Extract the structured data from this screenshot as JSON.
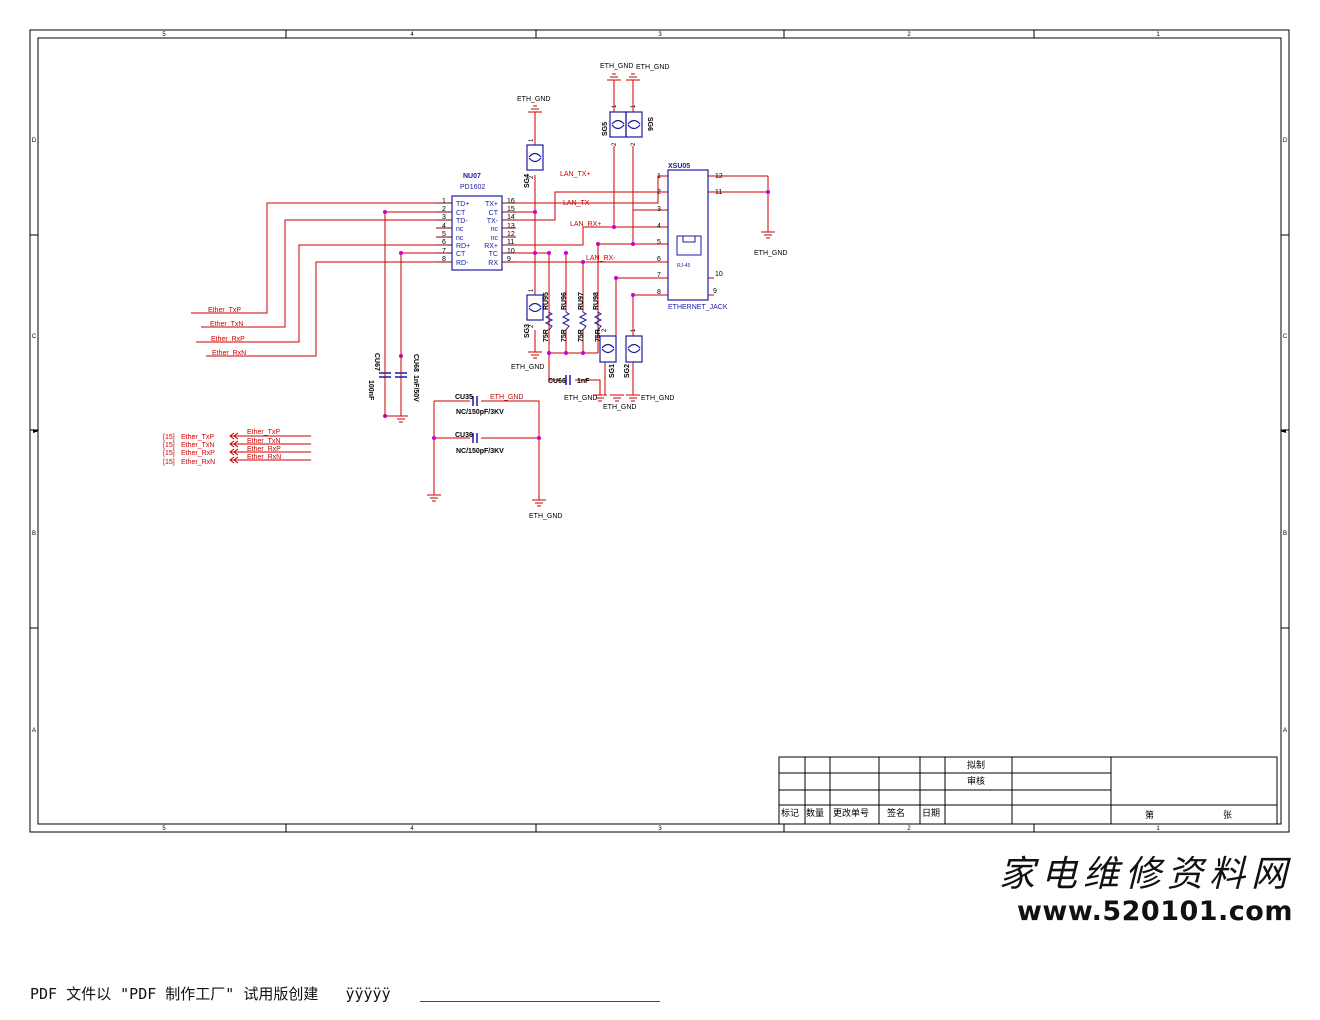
{
  "colors": {
    "frame": "#000000",
    "wire": "#cc0000",
    "part": "#1a1aa6",
    "pin": "#8b0000",
    "junction": "#cc00cc",
    "net": "#cc0000"
  },
  "frame": {
    "col_labels": [
      "5",
      "4",
      "3",
      "2",
      "1"
    ],
    "row_labels": [
      "D",
      "C",
      "B",
      "A"
    ]
  },
  "transformer": {
    "ref": "NU07",
    "part": "PD1602",
    "left_pins": [
      {
        "num": "1",
        "name": "TD+"
      },
      {
        "num": "2",
        "name": "CT"
      },
      {
        "num": "3",
        "name": "TD-"
      },
      {
        "num": "4",
        "name": "nc"
      },
      {
        "num": "5",
        "name": "nc"
      },
      {
        "num": "6",
        "name": "RD+"
      },
      {
        "num": "7",
        "name": "CT"
      },
      {
        "num": "8",
        "name": "RD-"
      }
    ],
    "right_pins": [
      {
        "num": "16",
        "name": "TX+"
      },
      {
        "num": "15",
        "name": "CT"
      },
      {
        "num": "14",
        "name": "TX-"
      },
      {
        "num": "13",
        "name": "nc"
      },
      {
        "num": "12",
        "name": "nc"
      },
      {
        "num": "11",
        "name": "RX+"
      },
      {
        "num": "10",
        "name": "TC"
      },
      {
        "num": "9",
        "name": "RX"
      }
    ]
  },
  "jack": {
    "ref": "XSU05",
    "part": "ETHERNET_JACK",
    "inner_label": "RJ-45",
    "left_pins": [
      "1",
      "2",
      "3",
      "4",
      "5",
      "6",
      "7",
      "8"
    ],
    "right_pins": [
      "12",
      "11",
      "10",
      "9"
    ]
  },
  "nets": {
    "lan_tx_p": "LAN_TX+",
    "lan_tx_n": "LAN_TX-",
    "lan_rx_p": "LAN_RX+",
    "lan_rx_n": "LAN_RX-",
    "ether_txp": "Ether_TxP",
    "ether_txn": "Ether_TxN",
    "ether_rxp": "Ether_RxP",
    "ether_rxn": "Ether_RxN",
    "eth_gnd": "ETH_GND"
  },
  "surge": {
    "sg3": "SG3",
    "sg4": "SG4",
    "sg5": "SG5",
    "sg6": "SG6",
    "sg1": "SG1",
    "sg2": "SG2",
    "pin1": "1",
    "pin2": "2"
  },
  "resistors": [
    {
      "ref": "RU95",
      "value": "75R"
    },
    {
      "ref": "RU96",
      "value": "75R"
    },
    {
      "ref": "RU97",
      "value": "75R"
    },
    {
      "ref": "RU98",
      "value": "75R"
    }
  ],
  "caps": {
    "cu66": {
      "ref": "CU66",
      "value": "1nF"
    },
    "cu67": {
      "ref": "CU67",
      "value": "100nF"
    },
    "cu68": {
      "ref": "CU68",
      "value": "1nF/50V"
    },
    "cu35": {
      "ref": "CU35",
      "value": "NC/150pF/3KV"
    },
    "cu36": {
      "ref": "CU36",
      "value": "NC/150pF/3KV"
    }
  },
  "offpage": {
    "page_ref": "[15]",
    "labels": [
      "Ether_TxP",
      "Ether_TxN",
      "Ether_RxP",
      "Ether_RxN"
    ]
  },
  "title_block": {
    "drawn": "拟制",
    "checked": "审核",
    "col_headers": [
      "标记",
      "数量",
      "更改单号",
      "签名",
      "日期"
    ],
    "sheet": "第",
    "sheets": "张"
  },
  "watermark": {
    "chinese": "家电维修资料网",
    "url": "www.520101.com"
  },
  "footer": {
    "text": "PDF 文件以 \"PDF 制作工厂\" 试用版创建",
    "link": "ÿÿÿÿÿ"
  }
}
